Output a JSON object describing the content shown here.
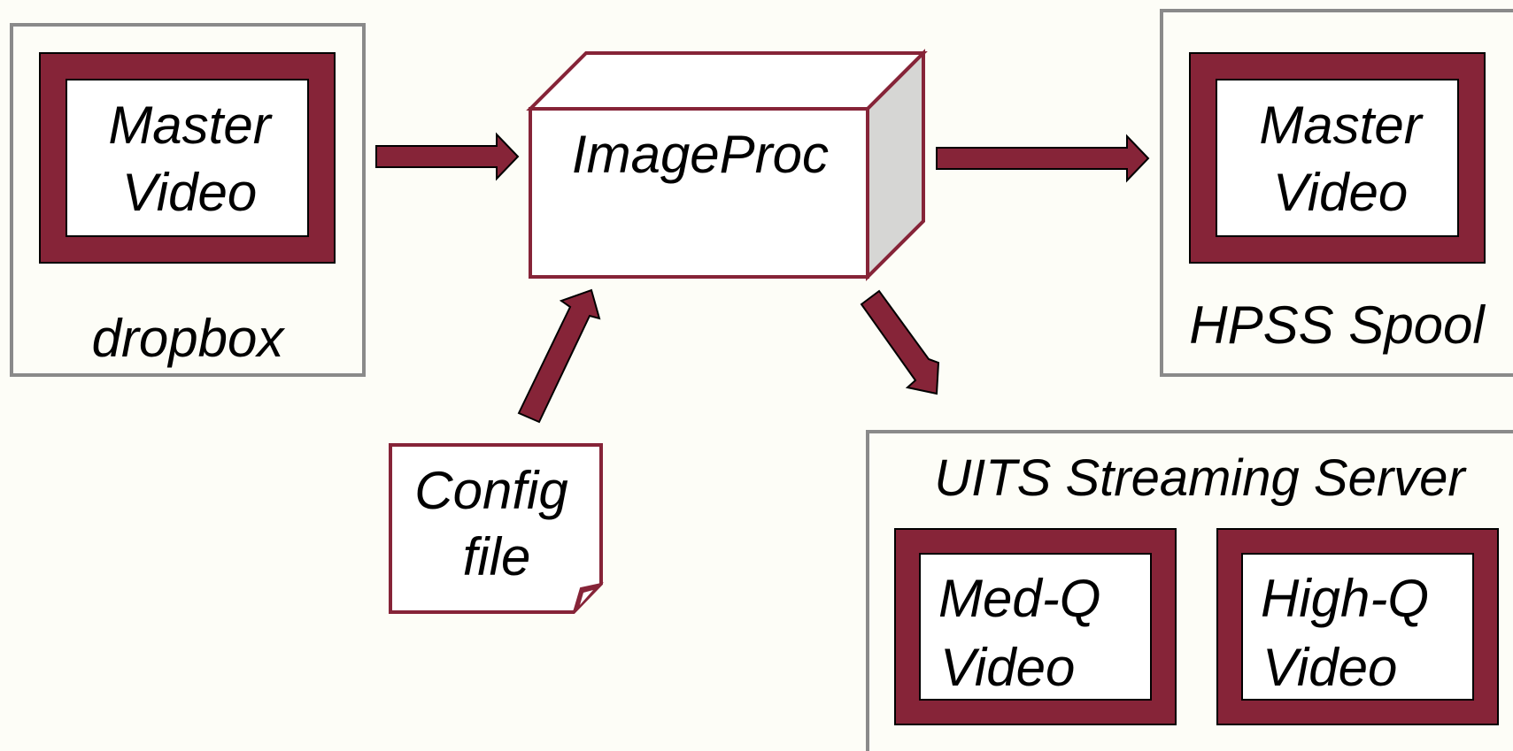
{
  "colors": {
    "background": "#fdfdf7",
    "accent": "#862438",
    "container_border": "#8a8a8a",
    "box_side": "#d6d6d4"
  },
  "dropbox": {
    "label": "dropbox",
    "video": {
      "line1": "Master",
      "line2": "Video"
    }
  },
  "imageproc": {
    "label": "ImageProc"
  },
  "config_file": {
    "line1": "Config",
    "line2": "file"
  },
  "hpss_spool": {
    "label": "HPSS Spool",
    "video": {
      "line1": "Master",
      "line2": "Video"
    }
  },
  "streaming_server": {
    "label": "UITS Streaming Server",
    "videos": [
      {
        "line1": "Med-Q",
        "line2": "Video"
      },
      {
        "line1": "High-Q",
        "line2": "Video"
      }
    ]
  }
}
